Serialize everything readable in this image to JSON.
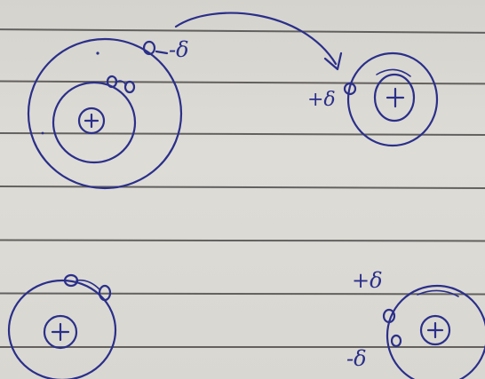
{
  "image": {
    "labels": {
      "top_left_charge": "-δ",
      "top_right_charge": "+δ",
      "bottom_right_top_charge": "+δ",
      "bottom_right_bottom_charge": "-δ"
    },
    "nucleus_symbol": "+",
    "ink_color": "#2a2f8a",
    "line_color": "#4d4b4a"
  }
}
